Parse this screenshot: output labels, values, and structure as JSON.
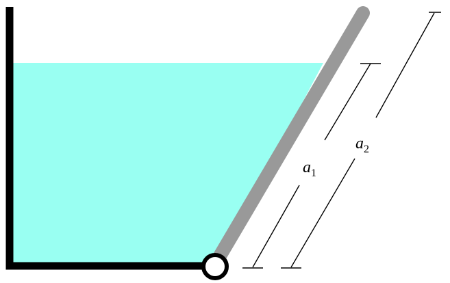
{
  "diagram": {
    "labels": {
      "a1": {
        "main": "a",
        "sub": "1"
      },
      "a2": {
        "main": "a",
        "sub": "2"
      }
    },
    "colors": {
      "water": "#99FFF2",
      "wall": "#000000",
      "gate": "#999999",
      "hinge_stroke": "#000000",
      "hinge_fill": "#ffffff"
    },
    "icons": {
      "hinge": "hinge-circle-icon"
    }
  }
}
